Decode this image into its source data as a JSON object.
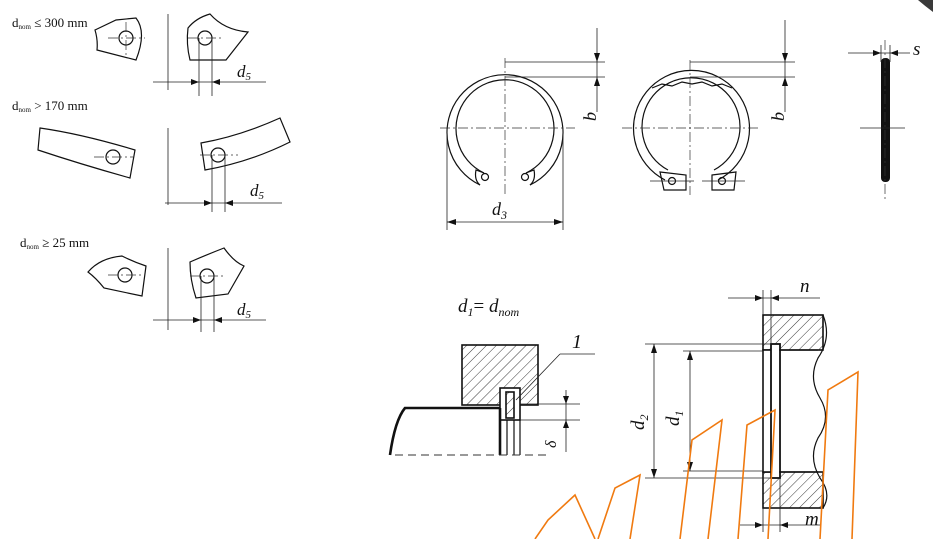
{
  "left_panel": {
    "row1_condition": "d",
    "row1_condition_sub": "nom",
    "row1_condition_rest": " ≤ 300 mm",
    "row2_condition": "d",
    "row2_condition_sub": "nom",
    "row2_condition_rest": " > 170 mm",
    "row3_condition": "d",
    "row3_condition_sub": "nom",
    "row3_condition_rest": " ≥ 25 mm",
    "dim_d5": "d",
    "dim_d5_sub": "5"
  },
  "ring_views": {
    "dim_b": "b",
    "dim_d3": "d",
    "dim_d3_sub": "3",
    "dim_s": "s"
  },
  "groove_views": {
    "eq_lhs": "d",
    "eq_lhs_sub": "1",
    "eq_mid": "= ",
    "eq_rhs": "d",
    "eq_rhs_sub": "nom",
    "callout_1": "1",
    "dim_delta": "δ",
    "dim_d2": "d",
    "dim_d2_sub": "2",
    "dim_d1": "d",
    "dim_d1_sub": "1",
    "dim_n": "n",
    "dim_m": "m"
  },
  "colors": {
    "line": "#111111",
    "watermark": "#f07a10",
    "background": "#ffffff"
  }
}
